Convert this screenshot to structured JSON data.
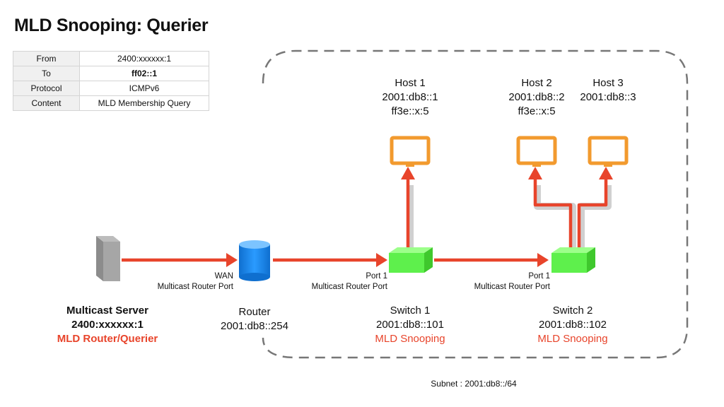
{
  "title": "MLD Snooping: Querier",
  "packet_table": [
    {
      "field": "From",
      "value": "2400:xxxxxx:1",
      "bold": false
    },
    {
      "field": "To",
      "value": "ff02::1",
      "bold": true
    },
    {
      "field": "Protocol",
      "value": "ICMPv6",
      "bold": false
    },
    {
      "field": "Content",
      "value": "MLD Membership Query",
      "bold": false
    }
  ],
  "server": {
    "name": "Multicast Server",
    "address": "2400:xxxxxx:1",
    "role": "MLD Router/Querier"
  },
  "router": {
    "name": "Router",
    "address": "2001:db8::254",
    "port_name": "WAN",
    "port_role": "Multicast Router Port"
  },
  "switch1": {
    "name": "Switch 1",
    "address": "2001:db8::101",
    "feature": "MLD Snooping",
    "port_name": "Port 1",
    "port_role": "Multicast Router Port"
  },
  "switch2": {
    "name": "Switch 2",
    "address": "2001:db8::102",
    "feature": "MLD Snooping",
    "port_name": "Port 1",
    "port_role": "Multicast Router Port"
  },
  "host1": {
    "name": "Host 1",
    "address": "2001:db8::1",
    "group": "ff3e::x:5"
  },
  "host2": {
    "name": "Host 2",
    "address": "2001:db8::2",
    "group": "ff3e::x:5"
  },
  "host3": {
    "name": "Host 3",
    "address": "2001:db8::3"
  },
  "subnet": "Subnet : 2001:db8::/64",
  "colors": {
    "flow_arrow": "#e8442b",
    "host": "#f29a2e",
    "switch": "#5ef04c",
    "router": "#1a8cf0",
    "server": "#9a9a9a",
    "boundary": "#777777",
    "feature_text": "#e8442b"
  }
}
